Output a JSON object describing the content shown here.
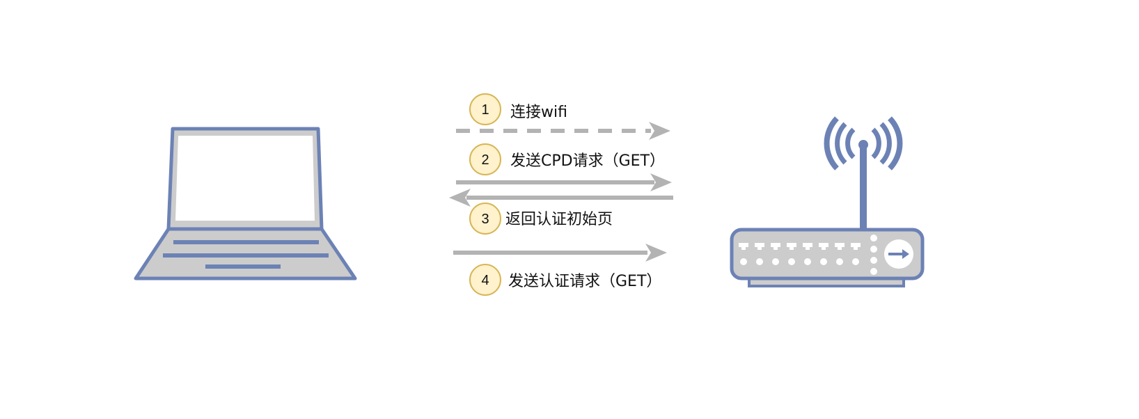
{
  "colors": {
    "device_stroke": "#6c82b5",
    "device_fill": "#cccccc",
    "screen_fill": "#ffffff",
    "arrow": "#b3b3b3",
    "badge_fill": "#fff2cc",
    "badge_stroke": "#d6b656",
    "text": "#111111"
  },
  "devices": {
    "client": {
      "icon": "laptop-icon"
    },
    "access_point": {
      "icon": "wireless-router-icon"
    }
  },
  "steps": [
    {
      "number": "1",
      "label": "连接wifi",
      "direction": "client-to-router",
      "line": "dashed"
    },
    {
      "number": "2",
      "label": "发送CPD请求（GET）",
      "direction": "client-to-router",
      "line": "solid"
    },
    {
      "number": "3",
      "label": "返回认证初始页",
      "direction": "router-to-client",
      "line": "solid"
    },
    {
      "number": "4",
      "label": "发送认证请求（GET）",
      "direction": "client-to-router",
      "line": "solid"
    }
  ]
}
